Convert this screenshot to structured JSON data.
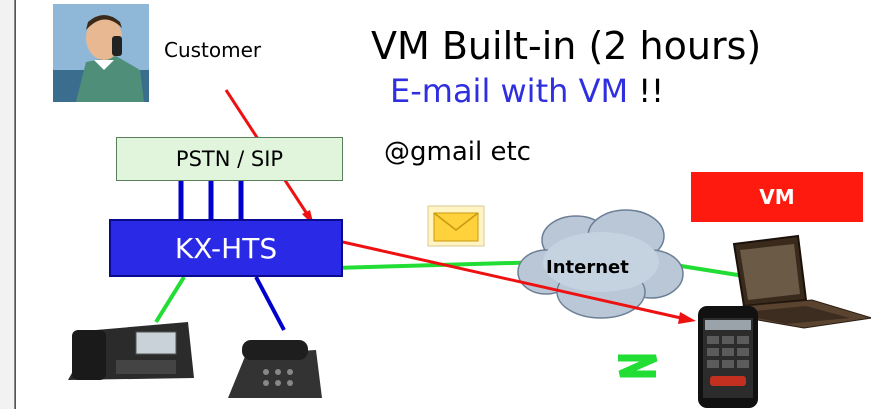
{
  "diagram": {
    "title": "VM Built-in (2 hours)",
    "subtitle_main": "E-mail with VM",
    "subtitle_bang": "!!",
    "email_note": "@gmail etc",
    "customer_label": "Customer",
    "pstn_label": "PSTN / SIP",
    "kx_label": "KX-HTS",
    "vm_label": "VM",
    "internet_label": "Internet"
  },
  "colors": {
    "title_blue": "#2f2fe0",
    "kx_blue": "#2a2ae6",
    "pstn_fill": "#e0f5dc",
    "vm_red": "#ff1a10",
    "link_green": "#22dd33",
    "link_red": "#ee1111",
    "link_blue": "#0000cc"
  },
  "icons": [
    "customer-photo-icon",
    "envelope-icon",
    "cloud-icon",
    "laptop-icon",
    "smartphone-icon",
    "desk-phone-icon",
    "desk-phone-2-icon",
    "notification-mark-icon"
  ]
}
